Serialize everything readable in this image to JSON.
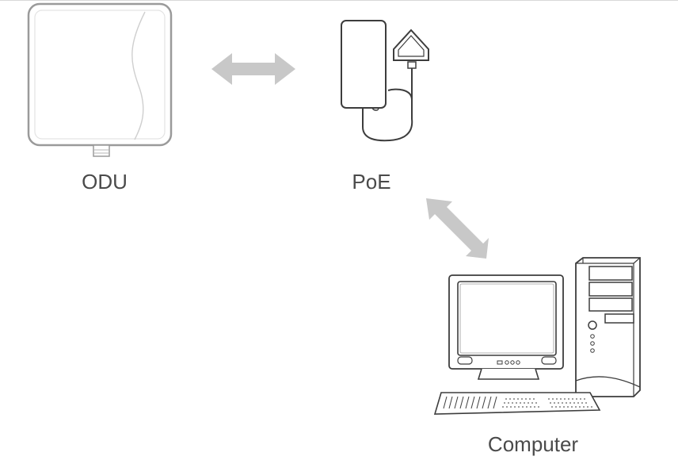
{
  "nodes": {
    "odu": {
      "label": "ODU",
      "icon": "odu-antenna-icon"
    },
    "poe": {
      "label": "PoE",
      "icon": "poe-adapter-icon"
    },
    "computer": {
      "label": "Computer",
      "icon": "desktop-computer-icon"
    }
  },
  "connections": [
    {
      "from": "odu",
      "to": "poe",
      "type": "bidirectional"
    },
    {
      "from": "poe",
      "to": "computer",
      "type": "bidirectional"
    }
  ],
  "colors": {
    "arrow": "#c8c8c8",
    "line": "#555555",
    "label": "#4a4a4a"
  }
}
